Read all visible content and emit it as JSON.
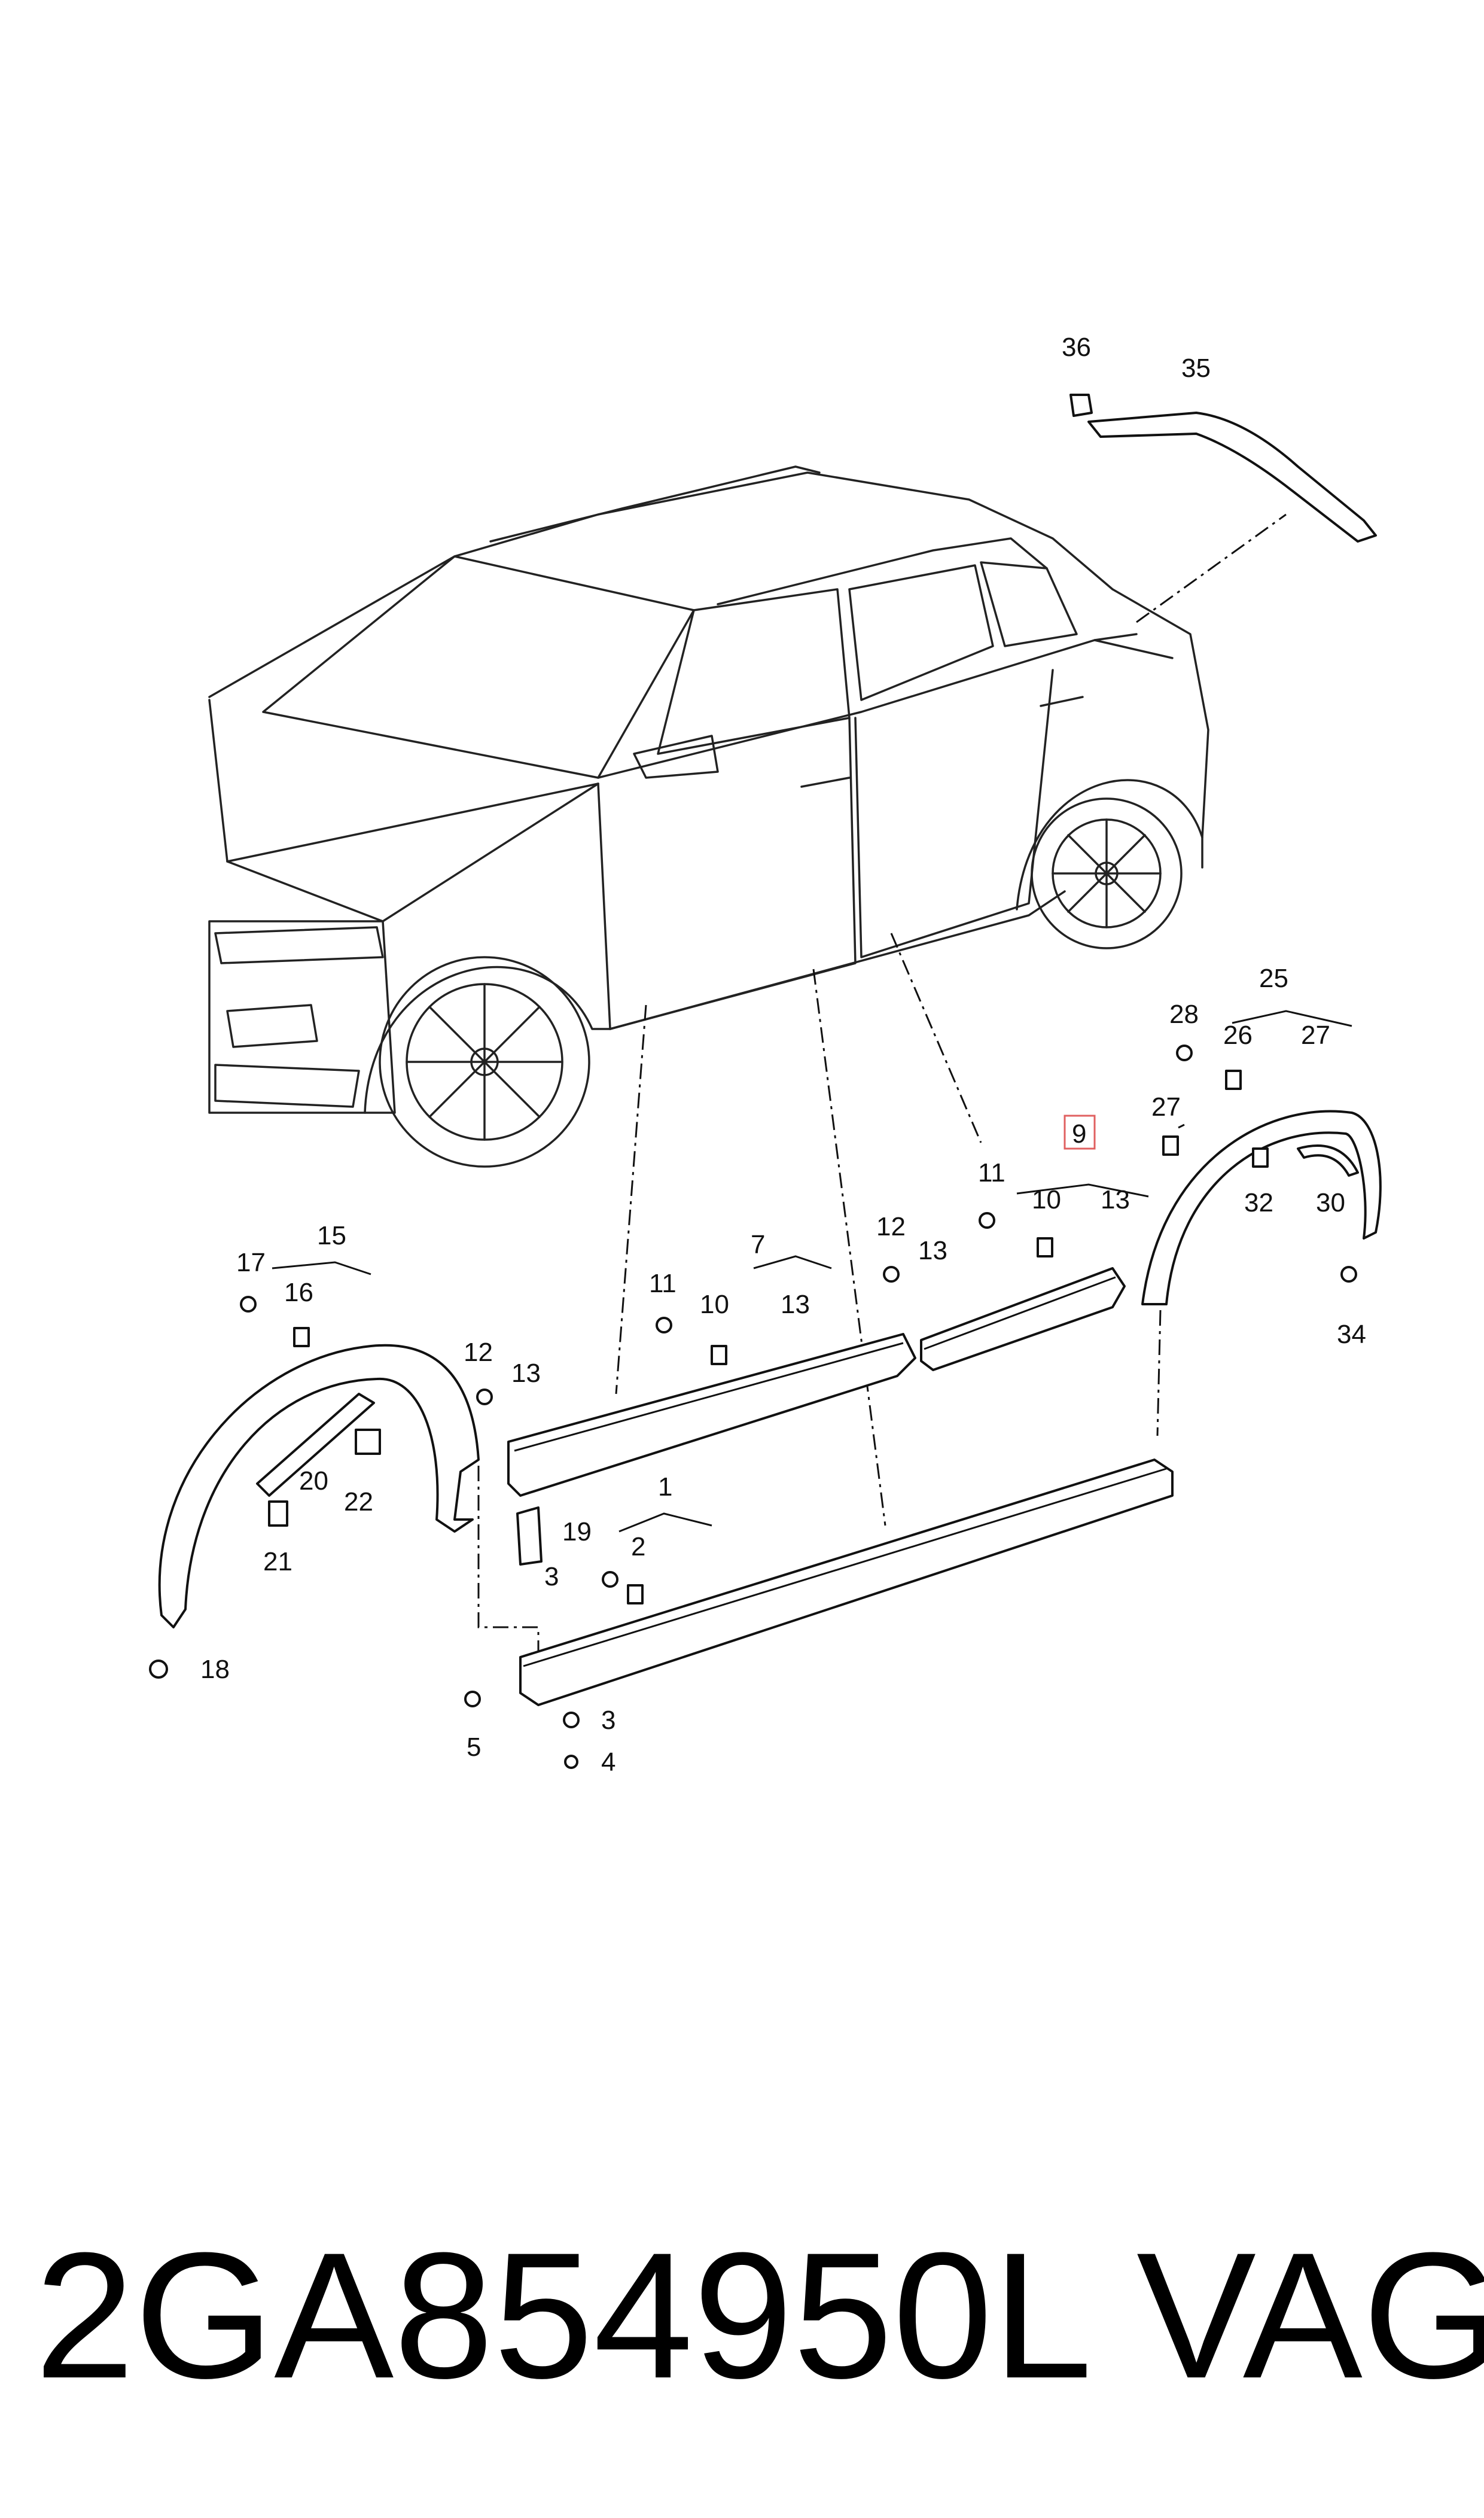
{
  "diagram": {
    "callouts": [
      "1",
      "2",
      "3",
      "3",
      "4",
      "5",
      "7",
      "9",
      "10",
      "10",
      "11",
      "11",
      "12",
      "12",
      "13",
      "13",
      "13",
      "13",
      "15",
      "16",
      "17",
      "18",
      "19",
      "20",
      "21",
      "22",
      "25",
      "26",
      "27",
      "27",
      "28",
      "30",
      "32",
      "34",
      "35",
      "36"
    ],
    "highlighted_callout": "9",
    "highlight_color": "#e06060"
  },
  "footer": {
    "part_number": "2GA854950L",
    "brand": "VAG"
  }
}
